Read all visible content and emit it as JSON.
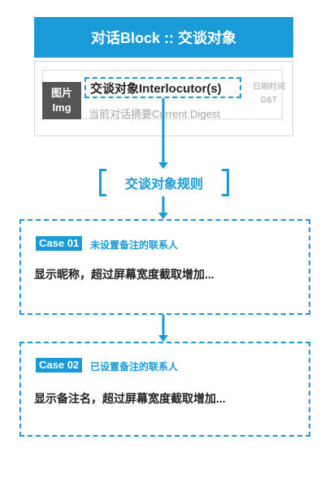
{
  "header": {
    "title": "对话Block :: 交谈对象"
  },
  "dialog_preview": {
    "image_label_line1": "图片",
    "image_label_line2": "Img",
    "interlocutor_label": "交谈对象Interlocutor(s)",
    "digest_label": "当前对话摘要Current Digest",
    "date_label_line1": "日期时间",
    "date_label_line2": "D&T"
  },
  "rules": {
    "title": "交谈对象规则"
  },
  "cases": [
    {
      "badge": "Case 01",
      "subtitle": "未设置备注的联系人",
      "description": "显示昵称，超过屏幕宽度截取增加..."
    },
    {
      "badge": "Case 02",
      "subtitle": "已设置备注的联系人",
      "description": "显示备注名，超过屏幕宽度截取增加..."
    }
  ],
  "colors": {
    "accent": "#1a9ad6",
    "image_block": "#555555",
    "muted_text": "#a6a6a6"
  }
}
